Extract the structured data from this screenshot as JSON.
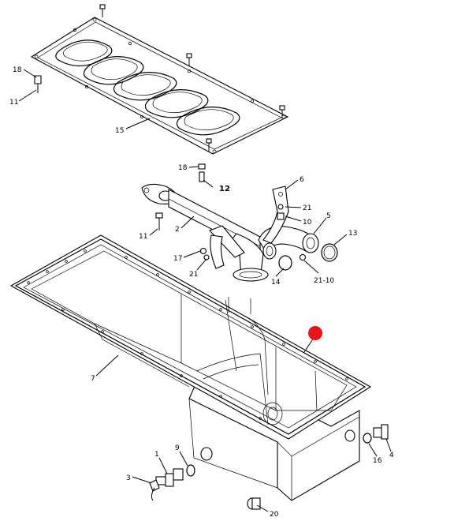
{
  "labels": {
    "l18a": "18",
    "l11a": "11",
    "l15": "15",
    "l18b": "18",
    "l12": "12",
    "l6": "6",
    "l21a": "21",
    "l10": "10",
    "l5": "5",
    "l13": "13",
    "l11b": "11",
    "l2": "2",
    "l17": "17",
    "l21b": "21",
    "l14": "14",
    "l2110": "21-10",
    "l7": "7",
    "l1": "1",
    "l9": "9",
    "l3": "3",
    "l16": "16",
    "l4": "4",
    "l20": "20"
  },
  "marker": {
    "color": "#e8141c"
  }
}
